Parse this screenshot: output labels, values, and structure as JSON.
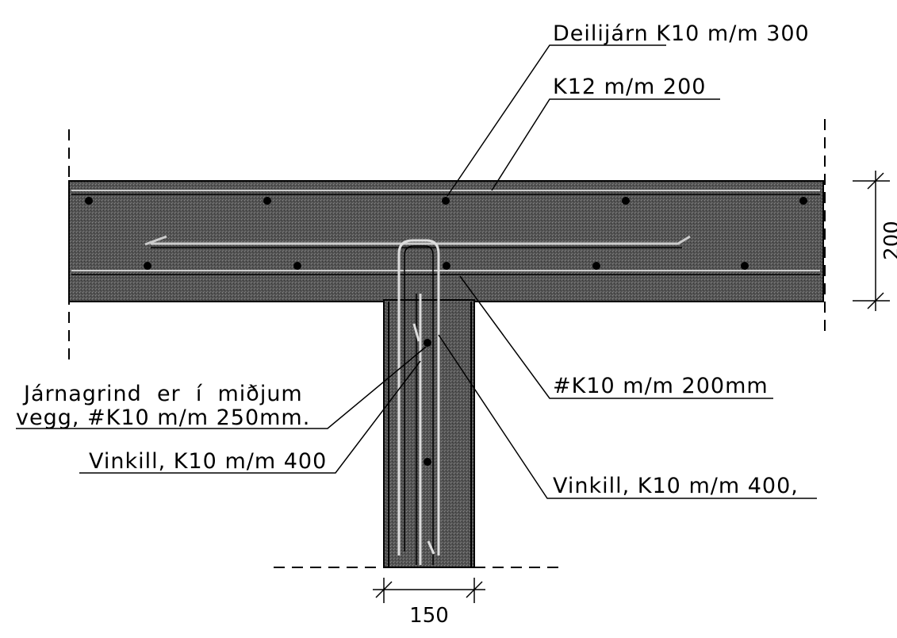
{
  "drawing": {
    "labels": {
      "deilijarn": "Deilijárn K10 m/m 300",
      "k12": "K12 m/m 200",
      "k10_200": "#K10 m/m 200mm",
      "jarnagrind_line1": "Járnagrind  er  í  miðjum",
      "jarnagrind_line2": "vegg, #K10 m/m 250mm.",
      "vinkill_left": "Vinkill, K10 m/m 400",
      "vinkill_right": "Vinkill, K10 m/m 400,"
    },
    "dimensions": {
      "slab_thickness": "200",
      "wall_width": "150"
    },
    "colors": {
      "concrete": "#5a5a5a",
      "line": "#000000",
      "background": "#ffffff"
    }
  }
}
